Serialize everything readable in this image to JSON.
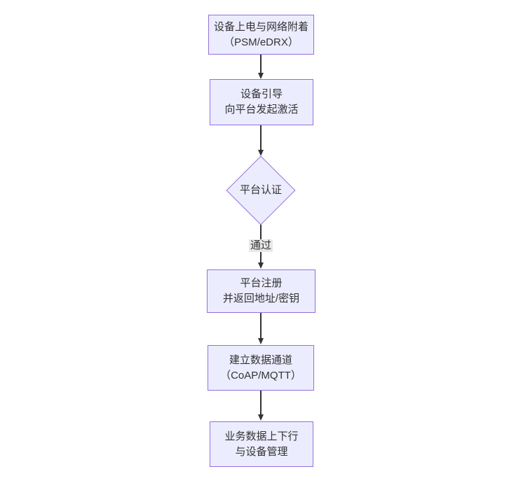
{
  "diagram": {
    "type": "flowchart",
    "direction": "top-down",
    "nodes": [
      {
        "id": "n1",
        "shape": "rect",
        "lines": [
          "设备上电与网络附着",
          "（PSM/eDRX）"
        ]
      },
      {
        "id": "n2",
        "shape": "rect",
        "lines": [
          "设备引导",
          "向平台发起激活"
        ]
      },
      {
        "id": "n3",
        "shape": "diamond",
        "lines": [
          "平台认证"
        ]
      },
      {
        "id": "n4",
        "shape": "rect",
        "lines": [
          "平台注册",
          "并返回地址/密钥"
        ]
      },
      {
        "id": "n5",
        "shape": "rect",
        "lines": [
          "建立数据通道",
          "（CoAP/MQTT）"
        ]
      },
      {
        "id": "n6",
        "shape": "rect",
        "lines": [
          "业务数据上下行",
          "与设备管理"
        ]
      }
    ],
    "edges": [
      {
        "from": "n1",
        "to": "n2",
        "label": ""
      },
      {
        "from": "n2",
        "to": "n3",
        "label": ""
      },
      {
        "from": "n3",
        "to": "n4",
        "label": "通过"
      },
      {
        "from": "n4",
        "to": "n5",
        "label": ""
      },
      {
        "from": "n5",
        "to": "n6",
        "label": ""
      }
    ],
    "colors": {
      "node_fill": "#ECECFF",
      "node_border": "#9370DB",
      "text": "#333333",
      "edge": "#333333",
      "edge_label_bg": "#e8e8e8",
      "background": "#ffffff"
    }
  }
}
